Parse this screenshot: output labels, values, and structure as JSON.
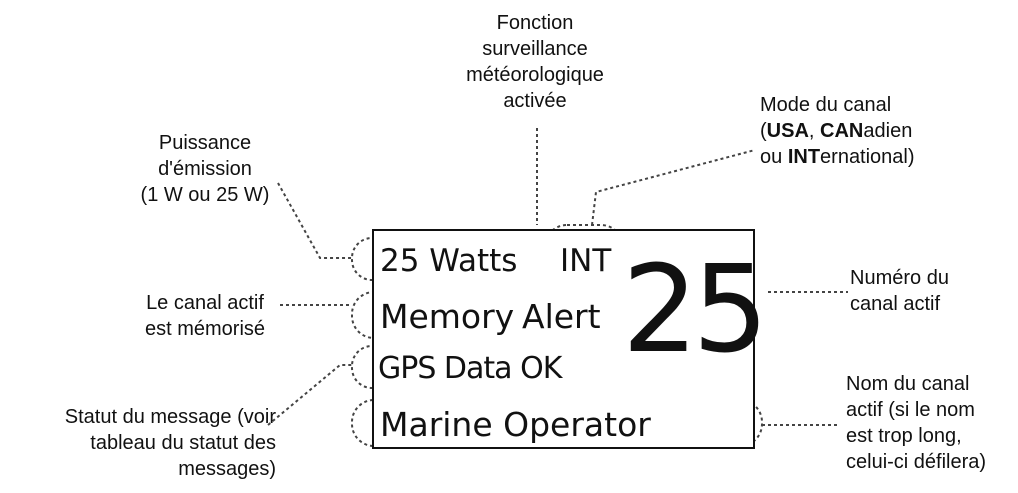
{
  "callouts": {
    "weather": [
      "Fonction",
      "surveillance",
      "météorologique",
      "activée"
    ],
    "power": [
      "Puissance",
      "d'émission",
      "(1 W ou 25 W)"
    ],
    "memory": [
      "Le canal actif",
      "est mémorisé"
    ],
    "status": [
      "Statut du message (voir",
      "tableau du statut des",
      "messages)"
    ],
    "mode": {
      "line1": "Mode du canal",
      "line2_parts": [
        {
          "text": "(",
          "bold": false
        },
        {
          "text": "USA",
          "bold": true
        },
        {
          "text": ", ",
          "bold": false
        },
        {
          "text": "CAN",
          "bold": true
        },
        {
          "text": "adien",
          "bold": false
        }
      ],
      "line3_parts": [
        {
          "text": "ou ",
          "bold": false
        },
        {
          "text": "INT",
          "bold": true
        },
        {
          "text": "ernational)",
          "bold": false
        }
      ]
    },
    "channel_number": [
      "Numéro du",
      "canal actif"
    ],
    "channel_name": [
      "Nom du canal",
      "actif (si le nom",
      "est trop long,",
      "celui-ci défilera)"
    ]
  },
  "lcd": {
    "power": "25 Watts",
    "mode": "INT",
    "memory": "Memory",
    "alert": "Alert",
    "gps": "GPS Data OK",
    "channel": "25",
    "name": "Marine Operator"
  }
}
